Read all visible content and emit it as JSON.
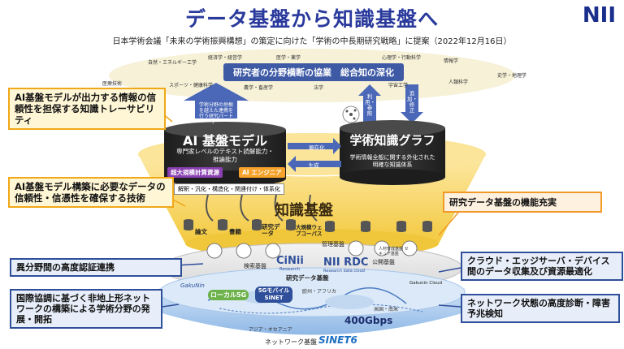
{
  "header": {
    "title": "データ基盤から知識基盤へ",
    "logo": "NII",
    "subtitle": "日本学術会議「未来の学術振興構想」の策定に向けた「学術の中長期研究戦略」に提案（2022年12月16日）"
  },
  "fields": {
    "items": [
      "自然・エネルギー工学",
      "経済学・経営学",
      "医学・薬学",
      "心理学・行動科学",
      "情報学",
      "医療技術",
      "スポーツ・健康科学",
      "農学・畜産学",
      "法学",
      "宇宙工学",
      "人類科学",
      "史学・地理学"
    ],
    "banner": "研究者の分野横断の協業　総合知の深化"
  },
  "ai_model": {
    "arrow_label": "学術分野の垣根を越えた連携を行う研究パートナー",
    "title": "AI 基盤モデル",
    "desc": "専門家レベルのテキスト読解能力・推論能力",
    "chip1": "超大規模計算資源",
    "chip2": "AI エンジニア",
    "process": "解釈・汎化・構造化・関連付け・体系化"
  },
  "knowledge_graph": {
    "title": "学術知識グラフ",
    "desc": "学術情報全般に関する外化された明確な知識体系",
    "arrow_use": "利用・参照",
    "arrow_add": "追加・修正",
    "link_top": "顕在化",
    "link_bottom": "生成"
  },
  "knowledge_base": {
    "title": "知識基盤",
    "db_labels": [
      "論文",
      "書籍",
      "研究データ",
      "大規模ウェブコーパス"
    ]
  },
  "research_base": {
    "title": "研究データ基盤",
    "services": [
      "管理基盤",
      "公開基盤",
      "検索基盤",
      "CiNii",
      "NII RDC",
      "GakuNin",
      "Gakunin Cloud"
    ],
    "cinii_sub": "Research",
    "rdc_sub": "Research data cloud",
    "rdc_side": "人材育成基盤 セキュア基盤"
  },
  "network": {
    "title": "ネットワーク基盤",
    "sinet": "SINET6",
    "local5g": "ローカル5G",
    "mobile": "5Gモバイル SINET",
    "speed": "400Gbps",
    "regions": [
      "欧州・アフリカ",
      "米国・南米",
      "アジア・オセアニア"
    ]
  },
  "callouts": {
    "c1": "AI基盤モデルが出力する情報の信頼性を担保する知識トレーサビリティ",
    "c2": "AI基盤モデル構築に必要なデータの信頼性・信憑性を確保する技術",
    "c3": "研究データ基盤の機能充実",
    "c4": "異分野間の高度認証連携",
    "c5": "クラウド・エッジサーバ・デバイス間のデータ収集及び資源最適化",
    "c6": "国際協調に基づく非地上形ネットワークの構築による学術分野の発展・開拓",
    "c7": "ネットワーク状態の高度診断・障害予兆検知"
  },
  "colors": {
    "title_blue": "#2a3a9c",
    "accent_orange": "#f6a22b",
    "callout_yellow": "#fff6d5",
    "callout_blue": "#e7eef9",
    "cylinder_dark": "#262626",
    "funnel_gold": "#f5d76e"
  }
}
